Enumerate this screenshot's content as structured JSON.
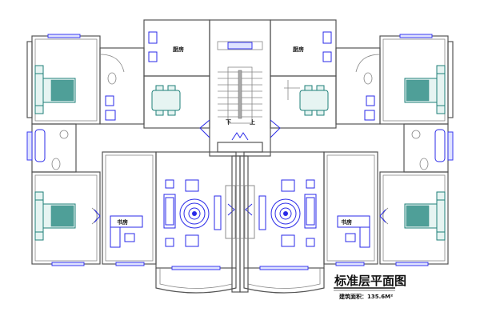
{
  "title": "标准层平面图",
  "area_label": "建筑面积：135.6M²",
  "rooms": {
    "kitchen": "厨房",
    "study": "书房",
    "stair_down": "下",
    "stair_up": "上"
  },
  "colors": {
    "wall": "#555555",
    "window": "#3a3af0",
    "furniture_teal": "#1f7f78",
    "furniture_blue": "#2a2ae8"
  }
}
